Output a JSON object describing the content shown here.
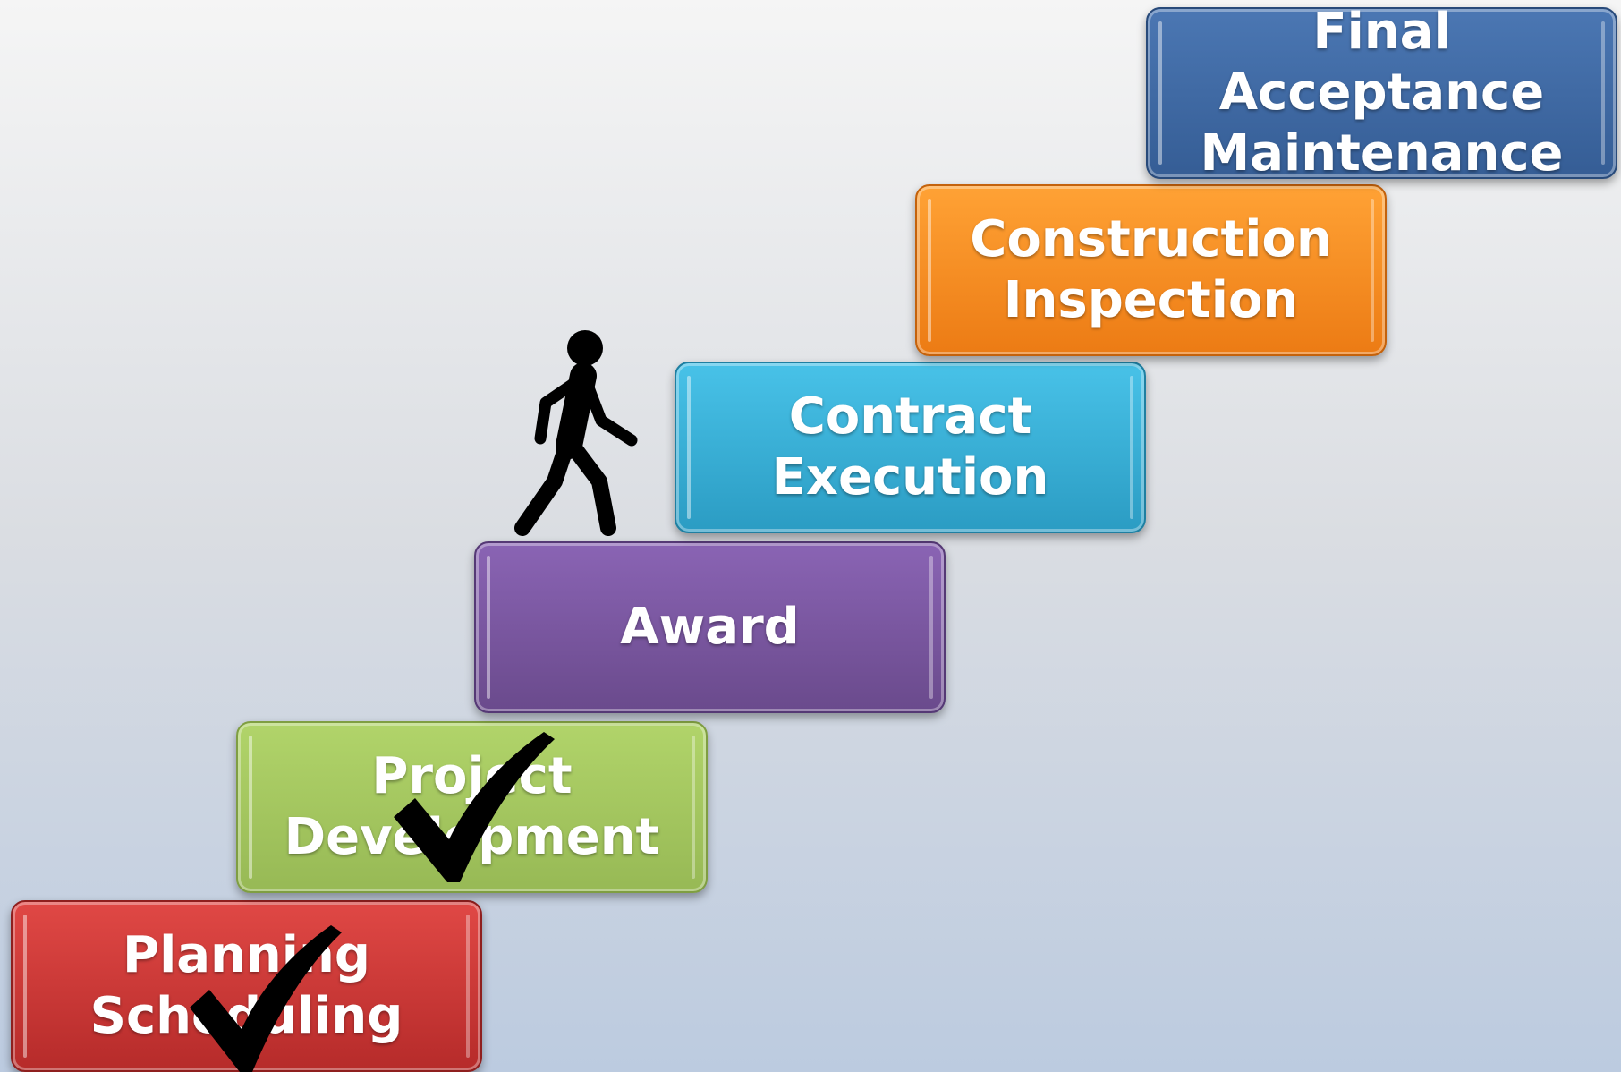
{
  "steps": [
    {
      "id": "planning",
      "label": "Planning\nScheduling",
      "color": "#c9302e",
      "completed": true
    },
    {
      "id": "project",
      "label": "Project\nDevelopment",
      "color": "#a4c65f",
      "completed": true
    },
    {
      "id": "award",
      "label": "Award",
      "color": "#7b57a1",
      "completed": false
    },
    {
      "id": "contract",
      "label": "Contract\nExecution",
      "color": "#36b0d9",
      "completed": false
    },
    {
      "id": "construction",
      "label": "Construction\nInspection",
      "color": "#f68d22",
      "completed": false
    },
    {
      "id": "final",
      "label": "Final Acceptance\nMaintenance",
      "color": "#3f68a3",
      "completed": false
    }
  ],
  "icons": {
    "walker": "person-walking-icon",
    "check": "checkmark-icon"
  },
  "current_position": "between Award and Contract Execution"
}
